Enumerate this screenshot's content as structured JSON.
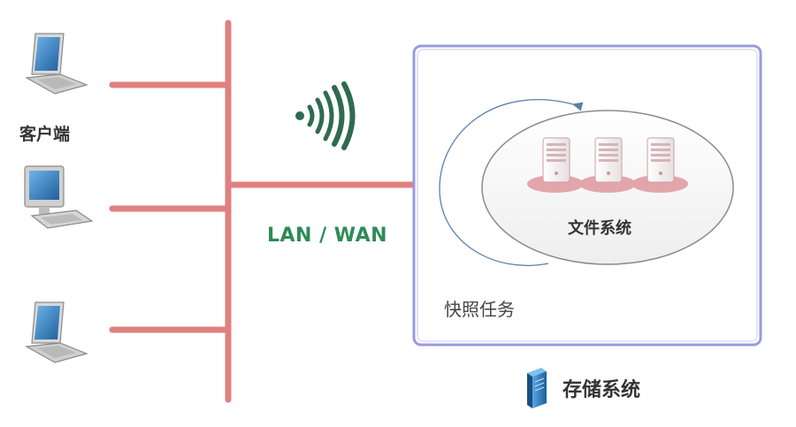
{
  "labels": {
    "client": "客户端",
    "network": "LAN / WAN",
    "file_system": "文件系统",
    "snapshot_task": "快照任务",
    "storage_system": "存储系统"
  },
  "icons": [
    "laptop-icon",
    "desktop-computer-icon",
    "laptop-icon",
    "wireless-signal-icon",
    "server-tower-icon",
    "storage-server-icon"
  ],
  "colors": {
    "network_line": "#e08080",
    "wireless": "#2e6b4f",
    "network_text": "#2e8b57",
    "storage_border": "#9a9ae0",
    "snapshot_arrow": "#5b7fb0",
    "server_shadow": "#e2a5aa",
    "storage_icon": "#2f7fc1"
  }
}
